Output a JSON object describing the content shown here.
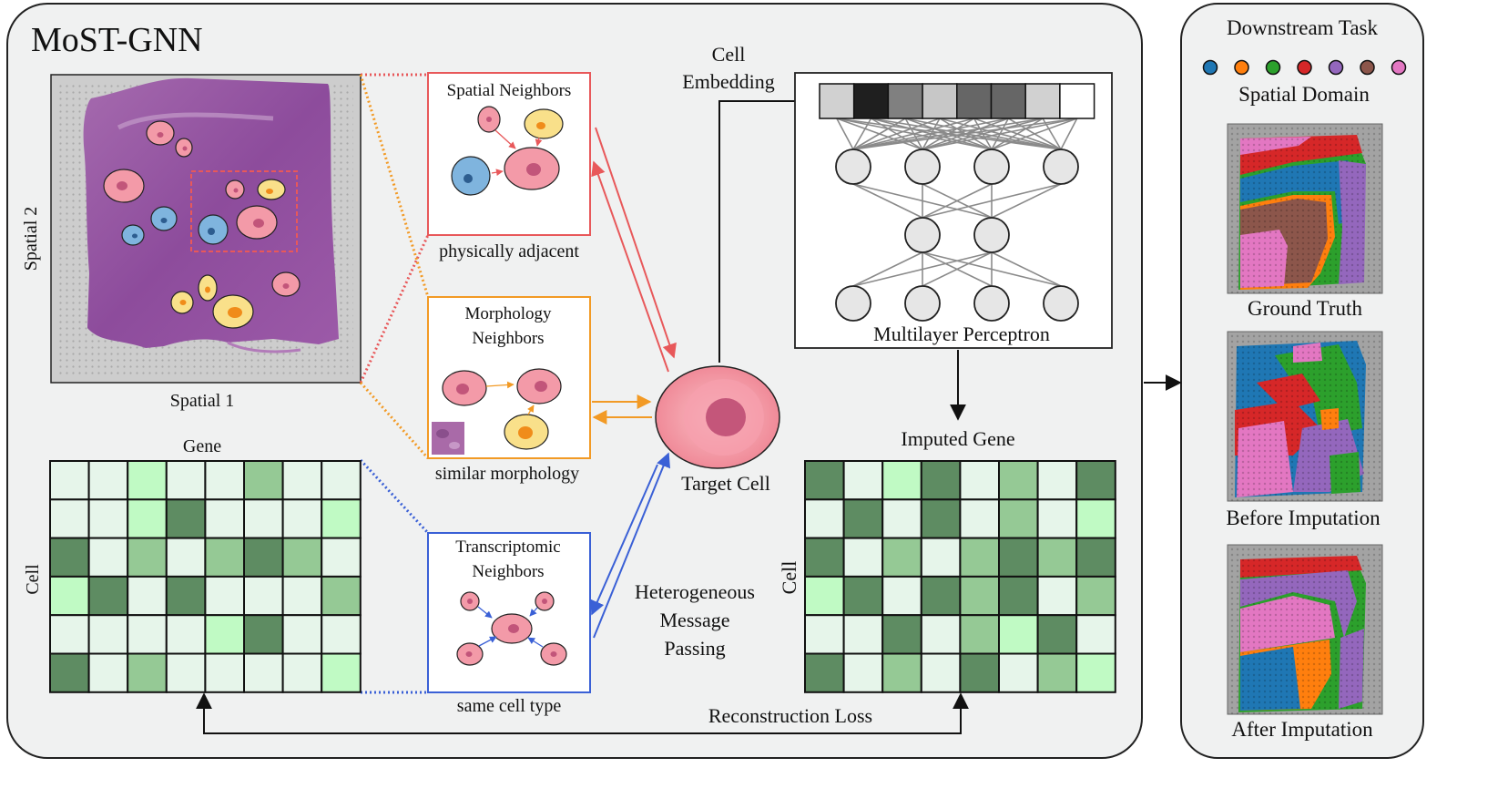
{
  "main_title": "MoST-GNN",
  "tissue": {
    "xlabel": "Spatial 1",
    "ylabel": "Spatial 2"
  },
  "spatial_box": {
    "title": "Spatial Neighbors",
    "caption": "physically adjacent"
  },
  "morph_box": {
    "title_line1": "Morphology",
    "title_line2": "Neighbors",
    "caption": "similar morphology"
  },
  "trans_box": {
    "title_line1": "Transcriptomic",
    "title_line2": "Neighbors",
    "caption": "same cell type"
  },
  "gene_matrix": {
    "title": "Gene",
    "ylabel": "Cell",
    "levels": [
      [
        0,
        0,
        1,
        0,
        0,
        2,
        0,
        0
      ],
      [
        0,
        0,
        1,
        3,
        0,
        0,
        0,
        1
      ],
      [
        3,
        0,
        2,
        0,
        2,
        3,
        2,
        0
      ],
      [
        1,
        3,
        0,
        3,
        0,
        0,
        0,
        2
      ],
      [
        0,
        0,
        0,
        0,
        1,
        3,
        0,
        0
      ],
      [
        3,
        0,
        2,
        0,
        0,
        0,
        0,
        1
      ]
    ]
  },
  "imputed_matrix": {
    "title": "Imputed Gene",
    "ylabel": "Cell",
    "levels": [
      [
        3,
        0,
        1,
        3,
        0,
        2,
        0,
        3
      ],
      [
        0,
        3,
        0,
        3,
        0,
        2,
        0,
        1
      ],
      [
        3,
        0,
        2,
        0,
        2,
        3,
        2,
        3
      ],
      [
        1,
        3,
        0,
        3,
        2,
        3,
        0,
        2
      ],
      [
        0,
        0,
        3,
        0,
        2,
        1,
        3,
        0
      ],
      [
        3,
        0,
        2,
        0,
        3,
        0,
        2,
        1
      ]
    ]
  },
  "target_cell": {
    "label": "Target Cell"
  },
  "message_passing": {
    "line1": "Heterogeneous",
    "line2": "Message",
    "line3": "Passing"
  },
  "embedding": {
    "line1": "Cell",
    "line2": "Embedding",
    "shades": [
      0.82,
      0.12,
      0.5,
      0.78,
      0.4,
      0.4,
      0.82,
      1.0
    ]
  },
  "mlp": {
    "label": "Multilayer Perceptron"
  },
  "reconstruction": {
    "label": "Reconstruction Loss"
  },
  "downstream": {
    "title": "Downstream Task",
    "subtitle": "Spatial Domain",
    "domain_colors": [
      "#1f77b4",
      "#ff7f0e",
      "#2ca02c",
      "#d62728",
      "#9467bd",
      "#8c564b",
      "#e377c2"
    ],
    "panels": [
      "Ground Truth",
      "Before Imputation",
      "After Imputation"
    ]
  },
  "colors": {
    "green_levels": [
      "#e6f5ea",
      "#c0fac4",
      "#95c995",
      "#5e8c62"
    ],
    "spatial": "#e8585a",
    "morph": "#f29a25",
    "trans": "#3a60d6"
  }
}
